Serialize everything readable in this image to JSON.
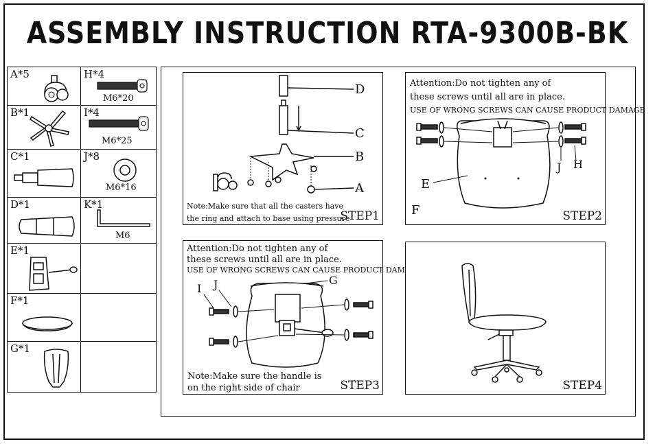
{
  "title": "ASSEMBLY INSTRUCTION RTA-9300B-BK",
  "parts": {
    "a": {
      "label": "A*5",
      "icon": "caster-icon"
    },
    "b": {
      "label": "B*1",
      "icon": "base-icon"
    },
    "c": {
      "label": "C*1",
      "icon": "gas-lift-icon"
    },
    "d": {
      "label": "D*1",
      "icon": "cylinder-cover-icon"
    },
    "e": {
      "label": "E*1",
      "icon": "mechanism-icon"
    },
    "f": {
      "label": "F*1",
      "icon": "seat-icon"
    },
    "g": {
      "label": "G*1",
      "icon": "backrest-icon"
    },
    "h": {
      "label": "H*4",
      "size": "M6*20",
      "icon": "screw-icon"
    },
    "i": {
      "label": "I*4",
      "size": "M6*25",
      "icon": "screw-icon"
    },
    "j": {
      "label": "J*8",
      "size": "M6*16",
      "icon": "washer-icon"
    },
    "k": {
      "label": "K*1",
      "size": "M6",
      "icon": "allen-key-icon"
    }
  },
  "step1": {
    "name": "STEP1",
    "callouts": {
      "d": "D",
      "c": "C",
      "b": "B",
      "a": "A"
    },
    "note1": "Note:Make sure that all the casters have",
    "note2": "the ring and attach to base using pressure"
  },
  "step2": {
    "name": "STEP2",
    "attention1": "Attention:Do not tighten any of",
    "attention2": "these screws until all are in place.",
    "warning": "USE OF WRONG SCREWS CAN CAUSE PRODUCT DAMAGE",
    "callouts": {
      "e": "E",
      "f": "F",
      "j": "J",
      "h": "H"
    }
  },
  "step3": {
    "name": "STEP3",
    "attention1": "Attention:Do not tighten any of",
    "attention2": "these screws until all are in place.",
    "warning": "USE OF WRONG SCREWS CAN CAUSE PRODUCT DAMAGE",
    "callouts": {
      "i": "I",
      "j": "J",
      "g": "G"
    },
    "note1": "Note:Make sure the handle is",
    "note2": "on the right side of chair"
  },
  "step4": {
    "name": "STEP4",
    "icon": "assembled-chair-icon"
  }
}
